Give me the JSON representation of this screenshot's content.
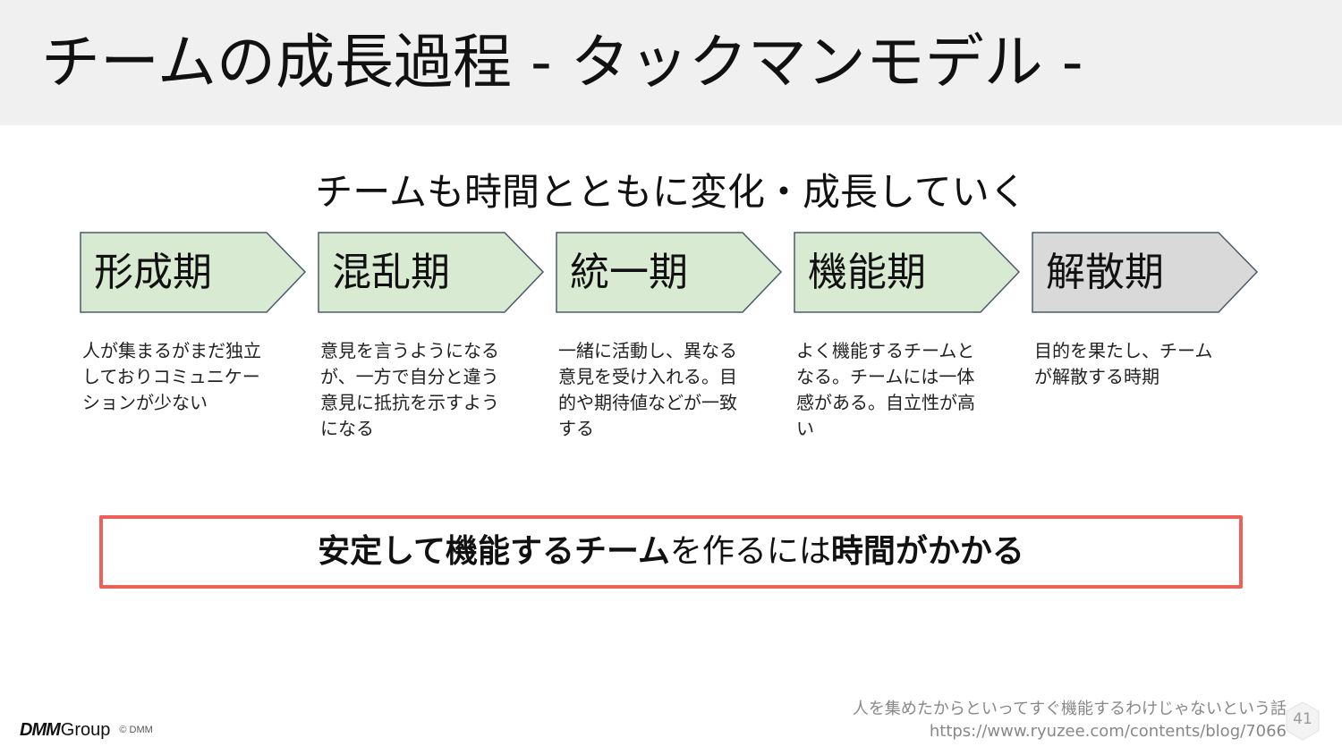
{
  "slide": {
    "title": "チームの成長過程  - タックマンモデル -",
    "subtitle": "チームも時間とともに変化・成長していく"
  },
  "colors": {
    "stage_fill_active": "#d9ead3",
    "stage_fill_final": "#d9d9d9",
    "stage_border": "#4a5a6a",
    "callout_border": "#f0605a",
    "title_bar_bg": "#f0f0f0"
  },
  "stages": [
    {
      "label": "形成期",
      "description": "人が集まるがまだ独立しておりコミュニケーションが少ない"
    },
    {
      "label": "混乱期",
      "description": "意見を言うようになるが、一方で自分と違う意見に抵抗を示すようになる"
    },
    {
      "label": "統一期",
      "description": "一緒に活動し、異なる意見を受け入れる。目的や期待値などが一致する"
    },
    {
      "label": "機能期",
      "description": "よく機能するチームとなる。チームには一体感がある。自立性が高い"
    },
    {
      "label": "解散期",
      "description": "目的を果たし、チームが解散する時期"
    }
  ],
  "callout": {
    "part1": "安定して機能するチーム",
    "part2": "を作るには",
    "part3": "時間がかかる"
  },
  "footer": {
    "logo_text": "DMM",
    "logo_group": "Group",
    "copyright": "© DMM",
    "source_title": "人を集めたからといってすぐ機能するわけじゃないという話",
    "source_url": "https://www.ryuzee.com/contents/blog/7066",
    "page_number": "41"
  }
}
